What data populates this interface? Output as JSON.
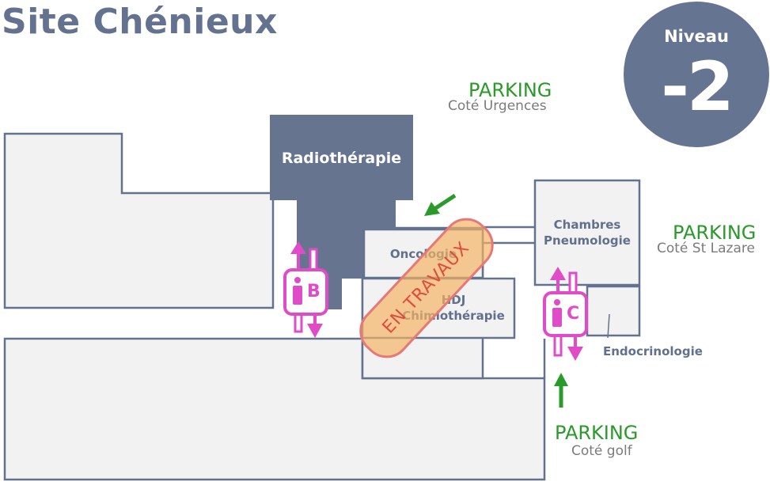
{
  "site_title": "Site Chénieux",
  "level": {
    "label": "Niveau",
    "number": "-2"
  },
  "parkings": [
    {
      "id": "urgences",
      "title": "PARKING",
      "subtitle": "Coté Urgences"
    },
    {
      "id": "st-lazare",
      "title": "PARKING",
      "subtitle": "Coté St Lazare"
    },
    {
      "id": "golf",
      "title": "PARKING",
      "subtitle": "Coté golf"
    }
  ],
  "services": {
    "radiotherapie": "Radiothérapie",
    "oncologie": "Oncologie",
    "hdj_line1": "HDJ",
    "hdj_line2": "Chimiothérapie",
    "chambres_line1": "Chambres",
    "chambres_line2": "Pneumologie",
    "endocrinologie": "Endocrinologie"
  },
  "elevators": [
    {
      "id": "B",
      "label": "B"
    },
    {
      "id": "C",
      "label": "C"
    }
  ],
  "works_stamp": "EN TRAVAUX",
  "colors": {
    "title": "#63728e",
    "badge": "#657491",
    "building_fill": "#f2f2f2",
    "building_stroke": "#63728e",
    "radiotherapie_fill": "#66748f",
    "parking_green": "#2a9a2a",
    "elevator_magenta": "#e04bc8",
    "works_orange": "#f4b261",
    "works_red": "#e14b3b"
  }
}
